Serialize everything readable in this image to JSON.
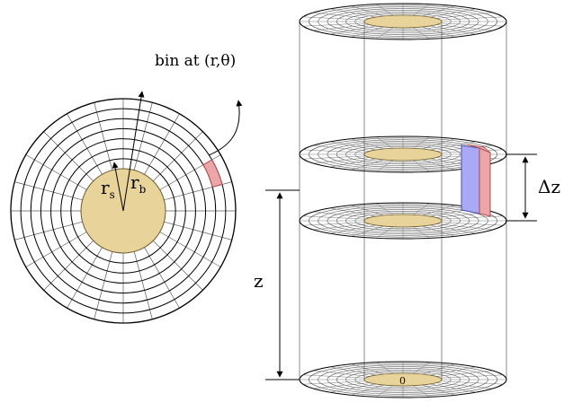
{
  "colors": {
    "core_fill": "#e8d39a",
    "core_stroke": "#6b5a2e",
    "bin_fill": "#eba7a8",
    "bin_stroke": "#b04a4c",
    "blue_fill": "#a9a9f6",
    "line": "#000000",
    "thin_line": "#5a5a5a"
  },
  "labels": {
    "bin_caption": "bin at (r,θ)",
    "r_s_main": "r",
    "r_s_sub": "s",
    "r_b_main": "r",
    "r_b_sub": "b",
    "delta_z": "Δz",
    "z": "z",
    "zero": "0"
  },
  "icons": {
    "curved_pointer": "curved-arrow-icon"
  }
}
